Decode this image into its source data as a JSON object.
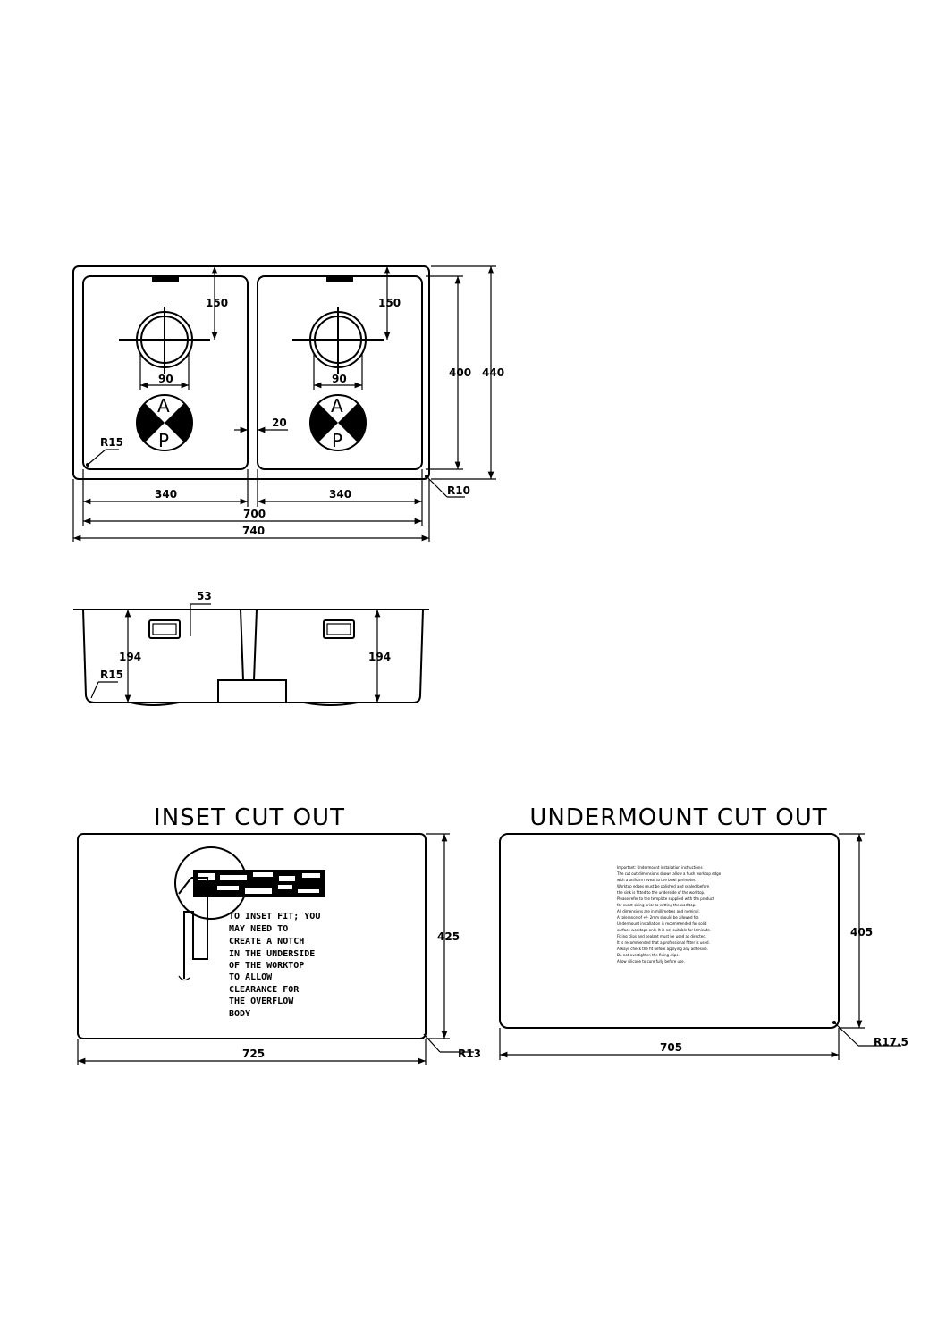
{
  "plan": {
    "dims": {
      "bowl_1_tap_height": "150",
      "bowl_1_waste_diameter": "90",
      "bowl_2_tap_height": "150",
      "bowl_2_waste_diameter": "90",
      "bowl_gap": "20",
      "bowl_corner_radius": "R15",
      "bowl_height": "400",
      "overall_height": "440",
      "outer_corner_radius": "R10",
      "bowl_1_width": "340",
      "bowl_2_width": "340",
      "bowls_total_width": "700",
      "overall_width": "740"
    },
    "symbol": {
      "top_letter": "A",
      "bottom_letter": "P"
    }
  },
  "section": {
    "dims": {
      "overflow_offset": "53",
      "depth_left": "194",
      "depth_right": "194",
      "corner_radius": "R15"
    }
  },
  "inset_cut_out": {
    "title": "INSET CUT OUT",
    "height": "425",
    "width": "725",
    "corner_radius": "R13",
    "note_lines": [
      "TO INSET FIT; YOU",
      "MAY NEED TO",
      "CREATE A NOTCH",
      "IN THE UNDERSIDE",
      "OF THE WORKTOP",
      "TO ALLOW",
      "CLEARANCE FOR",
      "THE OVERFLOW",
      "BODY"
    ]
  },
  "undermount_cut_out": {
    "title": "UNDERMOUNT CUT OUT",
    "height": "405",
    "width": "705",
    "corner_radius": "R17.5",
    "fine_print": [
      "Important: Undermount installation instructions",
      "The cut out dimensions shown allow a flush worktop edge",
      "with a uniform reveal to the bowl perimeter.",
      "Worktop edges must be polished and sealed before",
      "the sink is fitted to the underside of the worktop.",
      "Please refer to the template supplied with the product",
      "for exact sizing prior to cutting the worktop.",
      "All dimensions are in millimetres and nominal.",
      "A tolerance of +/- 2mm should be allowed for.",
      "Undermount installation is recommended for solid",
      "surface worktops only. It is not suitable for laminate.",
      "Fixing clips and sealant must be used as directed.",
      "It is recommended that a professional fitter is used.",
      "Always check the fit before applying any adhesive.",
      "Do not overtighten the fixing clips.",
      "Allow silicone to cure fully before use."
    ]
  }
}
